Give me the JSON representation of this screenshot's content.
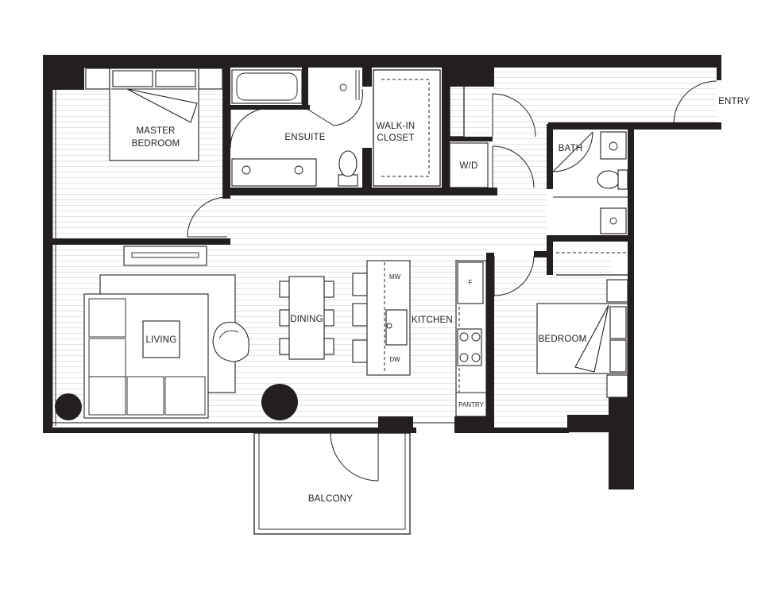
{
  "rooms": {
    "master_bedroom_line1": "MASTER",
    "master_bedroom_line2": "BEDROOM",
    "ensuite": "ENSUITE",
    "walk_in_line1": "WALK-IN",
    "walk_in_line2": "CLOSET",
    "washer_dryer": "W/D",
    "entry": "ENTRY",
    "bath": "BATH",
    "living": "LIVING",
    "dining": "DINING",
    "kitchen": "KITCHEN",
    "bedroom": "BEDROOM",
    "balcony": "BALCONY"
  },
  "fixtures": {
    "microwave": "MW",
    "dishwasher": "DW",
    "fridge": "F",
    "pantry": "PANTRY"
  },
  "colors": {
    "wall": "#231f20",
    "floor_lines": "#d9d9d9",
    "background": "#ffffff"
  }
}
